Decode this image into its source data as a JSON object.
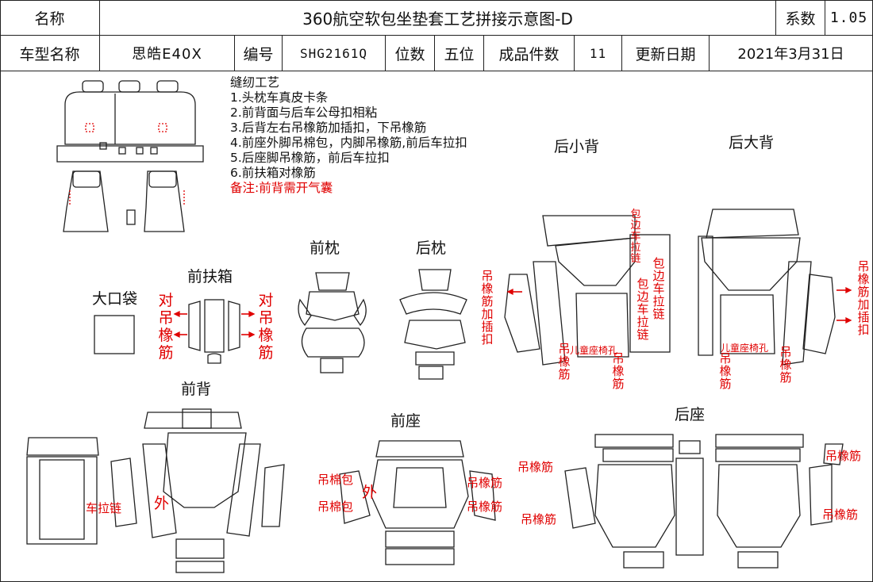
{
  "header": {
    "name_label": "名称",
    "title": "360航空软包坐垫套工艺拼接示意图-D",
    "coef_label": "系数",
    "coef_value": "1.05",
    "model_label": "车型名称",
    "model_value": "思皓E40X",
    "code_label": "编号",
    "code_value": "SHG2161Q",
    "seats_label": "位数",
    "seats_value": "五位",
    "pieces_label": "成品件数",
    "pieces_value": "11",
    "update_label": "更新日期",
    "update_value": "2021年3月31日"
  },
  "instructions": {
    "heading": "缝纫工艺",
    "steps": [
      "1.头枕车真皮卡条",
      "2.前背面与后车公母扣相粘",
      "3.后背左右吊橡筋加插扣，下吊橡筋",
      "4.前座外脚吊棉包，内脚吊橡筋,前后车拉扣",
      "5.后座脚吊橡筋，前后车拉扣",
      "6.前扶箱对橡筋"
    ],
    "note": "备注:前背需开气囊"
  },
  "sections": {
    "rear_small_back": "后小背",
    "rear_big_back": "后大背",
    "front_headrest": "前枕",
    "rear_headrest": "后枕",
    "front_armrest": "前扶箱",
    "big_pocket": "大口袋",
    "front_back": "前背",
    "front_seat": "前座",
    "rear_seat": "后座"
  },
  "annotations": {
    "armrest_left": "对吊橡筋",
    "armrest_right": "对吊橡筋",
    "rear_back_left": "吊橡筋加插扣",
    "rear_back_right": "吊橡筋加插扣",
    "zip_wrap_1": "包边车拉链",
    "zip_wrap_2": "包边车拉链",
    "zip_wrap_3": "包边车拉链",
    "child_seat_1": "儿童座椅孔",
    "child_seat_2": "儿童座椅孔",
    "rear_elastic_1": "吊橡筋",
    "rear_elastic_2": "吊橡筋",
    "rear_elastic_3": "吊橡筋",
    "rear_elastic_4": "吊橡筋",
    "front_back_zip": "车拉链",
    "front_back_out": "外",
    "front_seat_cotton_1": "吊棉包",
    "front_seat_cotton_2": "吊棉包",
    "front_seat_out": "外",
    "front_seat_elastic_1": "吊橡筋",
    "front_seat_elastic_2": "吊橡筋",
    "rear_seat_elastic_1": "吊橡筋",
    "rear_seat_elastic_2": "吊橡筋",
    "rear_seat_elastic_3": "吊橡筋",
    "rear_seat_elastic_4": "吊橡筋"
  },
  "colors": {
    "annotation": "#e00000",
    "line": "#222222"
  }
}
